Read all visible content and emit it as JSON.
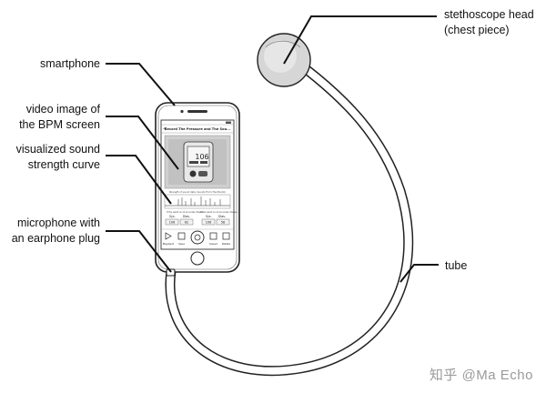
{
  "labels": {
    "smartphone": "smartphone",
    "video_image": [
      "video image of",
      "the BPM screen"
    ],
    "sound_curve": [
      "visualized sound",
      "strength curve"
    ],
    "microphone": [
      "microphone with",
      "an earphone plug"
    ],
    "stethoscope_head": [
      "stethoscope head",
      "(chest piece)"
    ],
    "tube": "tube"
  },
  "screen": {
    "title": "Record The Pressure and The Sou...",
    "readout": "106",
    "curve_caption": "Strength of sound data, Sounds From The Monitor",
    "table_hint_left": "If the result is not accurate, Please...",
    "table_hint_right": "If the result is not accurate, Please...",
    "col_sys": "Sys.",
    "col_dias": "Dias.",
    "val_sys_1": "106",
    "val_dias_1": "62",
    "val_sys_2": "106",
    "val_dias_2": "58",
    "btn_playback": "Playback",
    "btn_save": "Save",
    "btn_saved": "Saved",
    "btn_rotate": "Rotate"
  },
  "watermark": "知乎 @Ma Echo"
}
